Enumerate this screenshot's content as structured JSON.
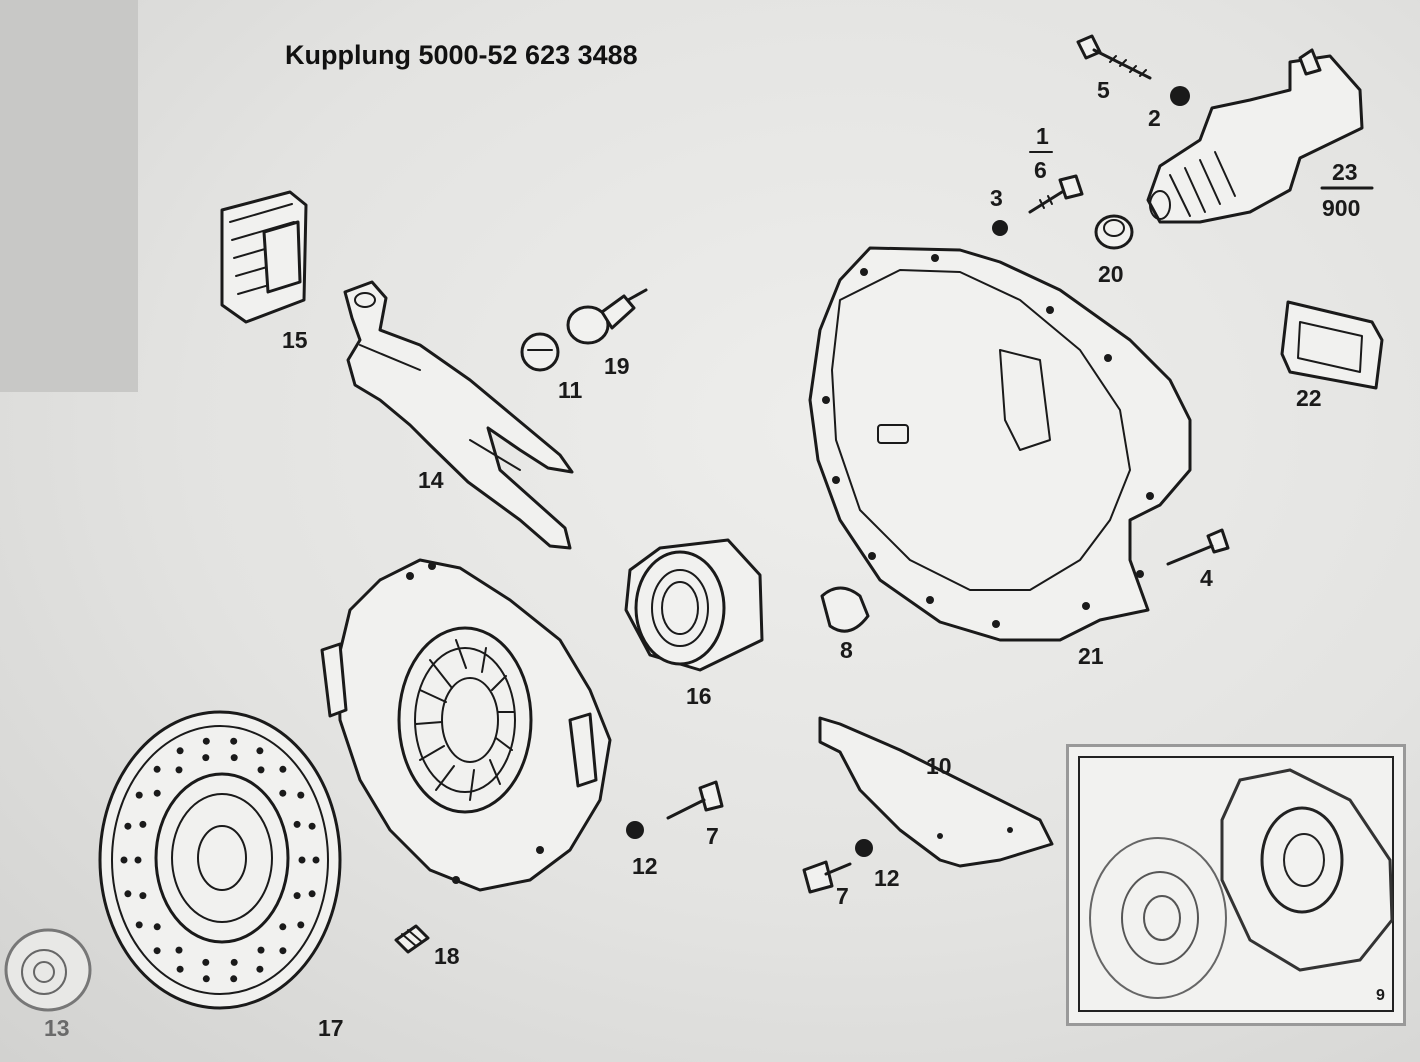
{
  "title": "Kupplung 5000-52 623 3488",
  "part_numbers": {
    "p1": "1",
    "p2": "2",
    "p3": "3",
    "p4": "4",
    "p5": "5",
    "p6": "6",
    "p7a": "7",
    "p7b": "7",
    "p8": "8",
    "p9": "9",
    "p10": "10",
    "p11": "11",
    "p12a": "12",
    "p12b": "12",
    "p13": "13",
    "p14": "14",
    "p15": "15",
    "p16": "16",
    "p17": "17",
    "p18": "18",
    "p19": "19",
    "p20": "20",
    "p21": "21",
    "p22": "22",
    "p23": "23",
    "p900": "900"
  }
}
